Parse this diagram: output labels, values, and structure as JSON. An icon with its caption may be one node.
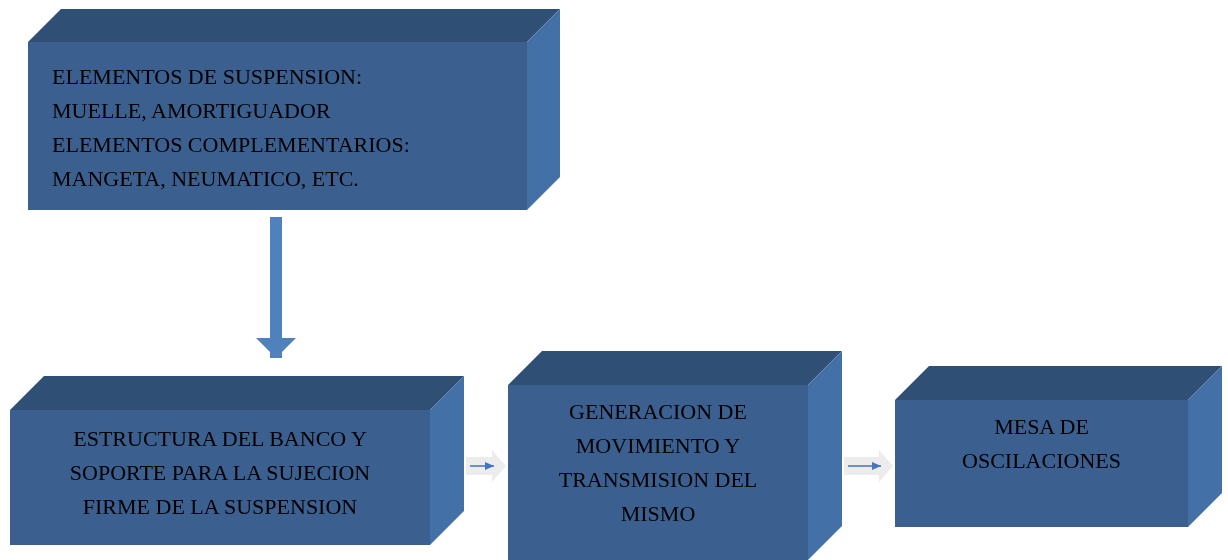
{
  "diagram": {
    "nodes": [
      {
        "text": [
          "ELEMENTOS DE SUSPENSION: MUELLE, AMORTIGUADOR",
          "ELEMENTOS COMPLEMENTARIOS: MANGETA, NEUMATICO, ETC."
        ]
      },
      {
        "text": [
          "ESTRUCTURA DEL BANCO Y SOPORTE PARA LA SUJECION FIRME DE LA SUSPENSION"
        ]
      },
      {
        "text": [
          "GENERACION DE MOVIMIENTO Y TRANSMISION DEL MISMO"
        ]
      },
      {
        "text": [
          "MESA DE OSCILACIONES"
        ]
      }
    ],
    "edges": [
      {
        "from": 0,
        "to": 1,
        "arrow": "to",
        "color": "#4f81bd"
      },
      {
        "from": 1,
        "to": 2,
        "arrow": "to"
      },
      {
        "from": 2,
        "to": 3,
        "arrow": "to"
      }
    ]
  }
}
